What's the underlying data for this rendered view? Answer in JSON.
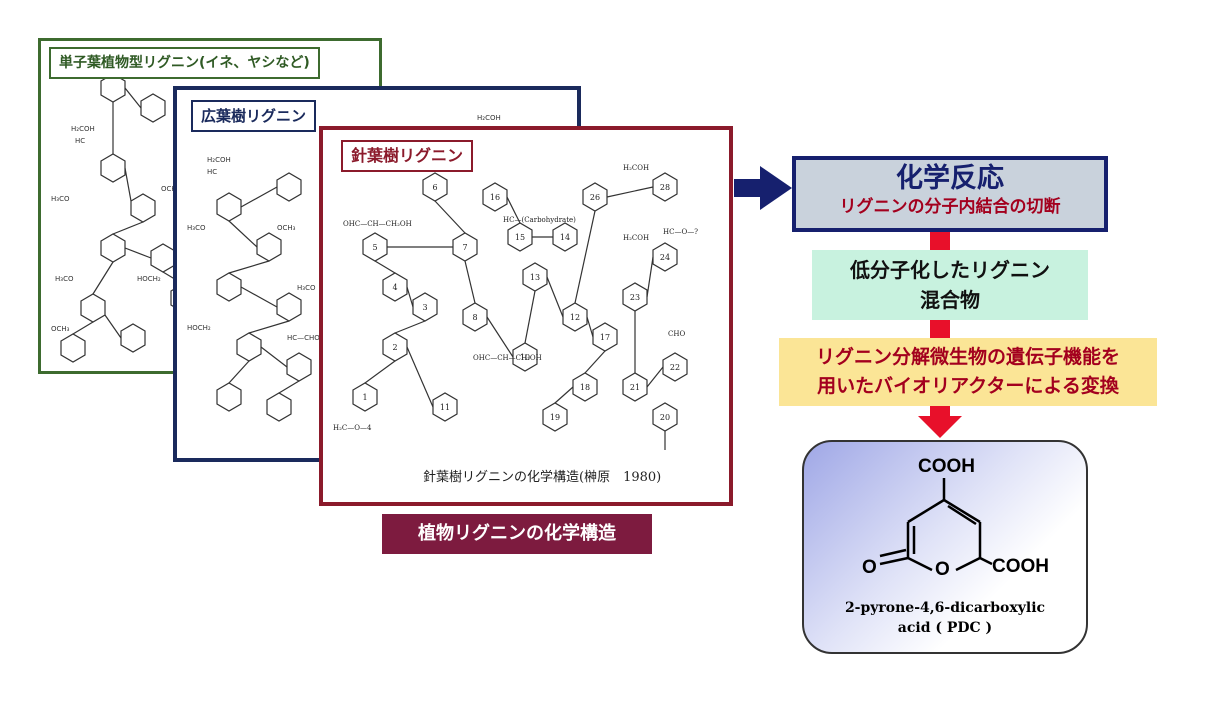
{
  "monocot": {
    "label": "単子葉植物型リグニン(イネ、ヤシなど)"
  },
  "broadleaf": {
    "label": "広葉樹リグニン"
  },
  "conifer": {
    "label": "針葉樹リグニン",
    "caption": "針葉樹リグニンの化学構造(榊原　1980)"
  },
  "structure_label": "植物リグニンの化学構造",
  "reaction": {
    "title": "化学反応",
    "subtitle": "リグニンの分子内結合の切断"
  },
  "low_mol": {
    "line1": "低分子化したリグニン",
    "line2": "混合物"
  },
  "bio": {
    "line1": "リグニン分解微生物の遺伝子機能を",
    "line2": "用いたバイオリアクターによる変換"
  },
  "pdc": {
    "cooh_top": "COOH",
    "cooh_right": "COOH",
    "o_carbonyl": "O",
    "o_ring": "O",
    "name_line1": "2-pyrone-4,6-dicarboxylic",
    "name_line2": "acid ( PDC )"
  },
  "colors": {
    "monocot_border": "#3d6b2f",
    "broadleaf_border": "#1a2a5c",
    "conifer_border": "#8b1a2b",
    "arrow_navy": "#16206e",
    "connector_red": "#e8102a",
    "structure_label_bg": "#7d1b3f",
    "low_mol_bg": "#c8f2df",
    "bio_bg": "#fbe596"
  }
}
